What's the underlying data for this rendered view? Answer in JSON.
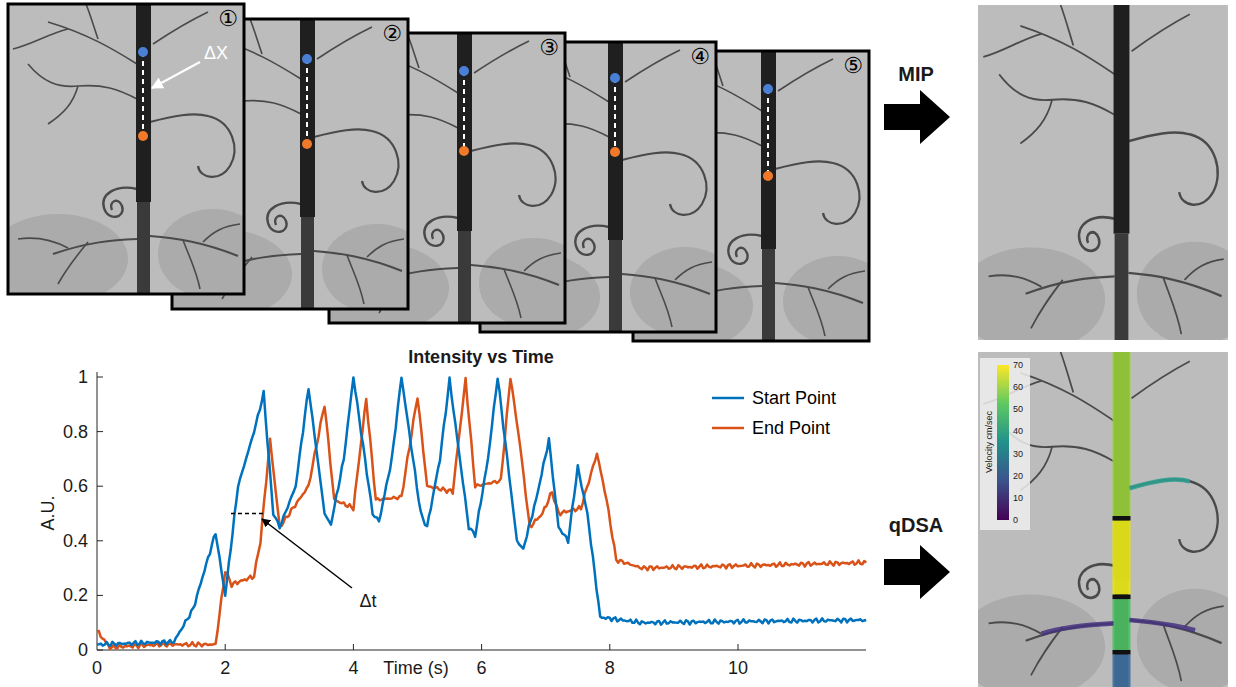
{
  "diagram": {
    "nodes": [
      {
        "text": [
          "①",
          "ΔX"
        ]
      },
      {
        "text": [
          "②"
        ]
      },
      {
        "text": [
          "③"
        ]
      },
      {
        "text": [
          "④"
        ]
      },
      {
        "text": [
          "⑤"
        ]
      }
    ],
    "labels": [
      "MIP",
      "qDSA",
      "Intensity vs Time",
      "0",
      "0.2",
      "0.4",
      "0.6",
      "0.8",
      "1",
      "A.U.",
      "0",
      "2",
      "4",
      "6",
      "8",
      "10",
      "Time (s)",
      "Δt",
      "0",
      "10",
      "20",
      "30",
      "40",
      "50",
      "60",
      "70",
      "Velocity cm/sec"
    ],
    "legend": [
      {
        "text": "Start Point"
      },
      {
        "text": "End Point"
      }
    ]
  }
}
